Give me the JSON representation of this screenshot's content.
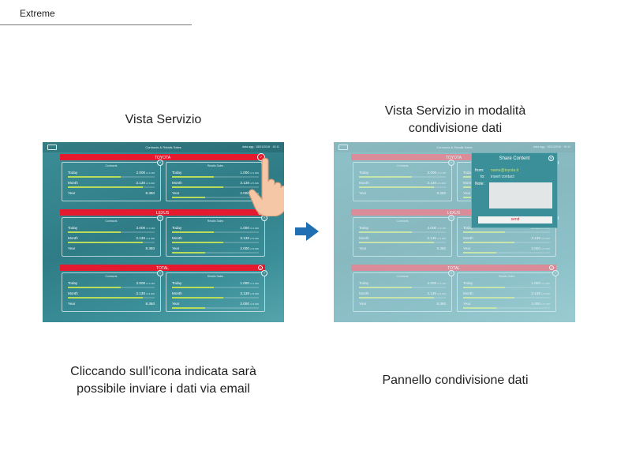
{
  "slide": {
    "title": "Extreme",
    "left_caption": "Vista Servizio",
    "right_caption_line1": "Vista Servizio in modalità",
    "right_caption_line2": "condivisione dati",
    "left_description_line1": "Cliccando sull’icona indicata sarà",
    "left_description_line2": "possibile inviare i dati via email",
    "right_description": "Pannello condivisione dati"
  },
  "app": {
    "header_title": "Contracts & Retails Sales",
    "header_info": "data agg.: 18/01/2016  · 10:11",
    "sections": [
      {
        "name": "TOYOTA",
        "cards": [
          {
            "title": "Contracts",
            "rows": [
              {
                "label": "Today",
                "value": "2.000",
                "target": "of 3.118",
                "fill": 0.64
              },
              {
                "label": "Month",
                "value": "3.138",
                "target": "of 3.000",
                "fill": 0.9
              },
              {
                "label": "Year",
                "value": "8.360",
                "target": "",
                "fill": 0
              }
            ]
          },
          {
            "title": "Retails Sales",
            "rows": [
              {
                "label": "Today",
                "value": "1.000",
                "target": "of 1.000",
                "fill": 0.5
              },
              {
                "label": "Month",
                "value": "3.138",
                "target": "of 5.000",
                "fill": 0.62
              },
              {
                "label": "Year",
                "value": "2.000",
                "target": "of 5.000",
                "fill": 0.4
              }
            ]
          }
        ]
      },
      {
        "name": "LEXUS",
        "cards": [
          {
            "title": "Contracts",
            "rows": [
              {
                "label": "Today",
                "value": "2.000",
                "target": "of 3.118",
                "fill": 0.64
              },
              {
                "label": "Month",
                "value": "3.138",
                "target": "of 3.000",
                "fill": 0.9
              },
              {
                "label": "Year",
                "value": "8.360",
                "target": "",
                "fill": 0
              }
            ]
          },
          {
            "title": "Retails Sales",
            "rows": [
              {
                "label": "Today",
                "value": "1.000",
                "target": "of 1.000",
                "fill": 0.5
              },
              {
                "label": "Month",
                "value": "3.138",
                "target": "of 5.000",
                "fill": 0.62
              },
              {
                "label": "Year",
                "value": "2.000",
                "target": "of 5.000",
                "fill": 0.4
              }
            ]
          }
        ]
      },
      {
        "name": "TOTAL",
        "cards": [
          {
            "title": "Contracts",
            "rows": [
              {
                "label": "Today",
                "value": "2.000",
                "target": "of 3.118",
                "fill": 0.64
              },
              {
                "label": "Month",
                "value": "3.138",
                "target": "of 3.000",
                "fill": 0.9
              },
              {
                "label": "Year",
                "value": "8.360",
                "target": "",
                "fill": 0
              }
            ]
          },
          {
            "title": "Retails Sales",
            "rows": [
              {
                "label": "Today",
                "value": "1.000",
                "target": "of 1.000",
                "fill": 0.5
              },
              {
                "label": "Month",
                "value": "3.138",
                "target": "of 5.000",
                "fill": 0.62
              },
              {
                "label": "Year",
                "value": "2.000",
                "target": "of 5.000",
                "fill": 0.4
              }
            ]
          }
        ]
      }
    ]
  },
  "share_panel": {
    "title": "Share Content",
    "from_label": "from:",
    "from_value": "name@toyota.it",
    "to_label": "to:",
    "to_placeholder": "insert contact",
    "note_label": "Note:",
    "send_label": "send"
  },
  "icons": {
    "share": "share-icon",
    "zoom": "zoom-icon",
    "menu": "menu-icon",
    "close": "close-icon",
    "arrow": "arrow-right-icon",
    "hand": "hand-pointer-icon"
  },
  "colors": {
    "brand_red": "#e51a2e",
    "screen_teal": "#3c8d97",
    "progress_green": "#b9dc5a",
    "arrow_blue": "#1f6fb2"
  }
}
